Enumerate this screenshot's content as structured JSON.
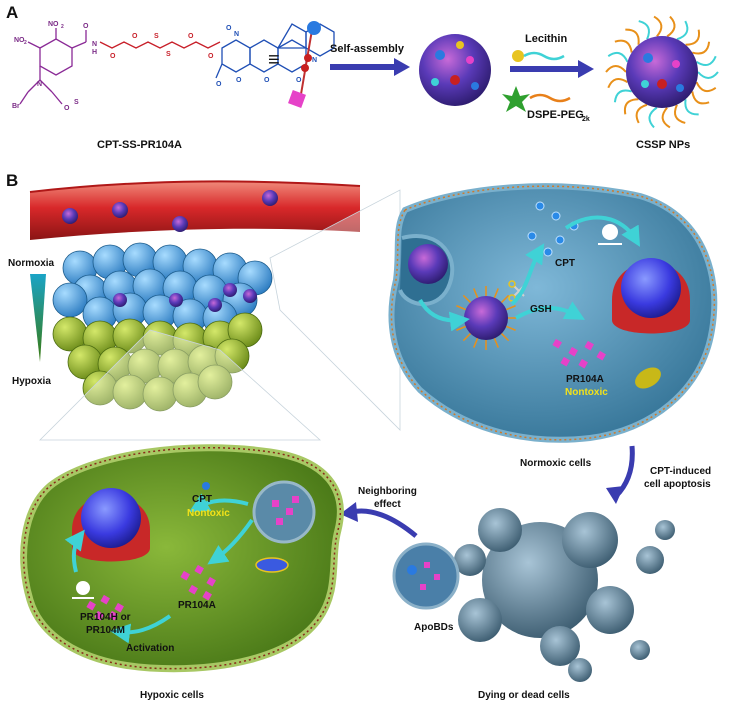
{
  "panels": {
    "a": "A",
    "b": "B"
  },
  "section_a": {
    "compound_label": "CPT-SS-PR104A",
    "equiv_symbol": "≡",
    "self_assembly": "Self-assembly",
    "lecithin": "Lecithin",
    "dspe_main": "DSPE-PEG",
    "dspe_sub": "2k",
    "nanoparticle_label": "CSSP NPs",
    "chem_atoms": {
      "no2_top": "NO",
      "no2_top_sub": "2",
      "no2_left": "O",
      "no2_left_sub": "2",
      "no2_left_n": "N",
      "br": "Br",
      "n_amine": "N",
      "nh": "N",
      "h": "H",
      "o1": "O",
      "o2": "O",
      "o3": "O",
      "o4": "O",
      "s1": "S",
      "s2": "S",
      "o5": "O",
      "o6": "O",
      "o7": "O",
      "o8": "O",
      "ms_s": "S",
      "ms_o": "O",
      "n_ring": "N",
      "n_ring2": "N",
      "o_ring": "O",
      "o_ring2": "O"
    }
  },
  "section_b": {
    "normoxia": "Normoxia",
    "hypoxia": "Hypoxia",
    "cpt": "CPT",
    "gsh": "GSH",
    "pr104a": "PR104A",
    "nontoxic": "Nontoxic",
    "normoxic_cells": "Normoxic cells",
    "cpt_induced_1": "CPT-induced",
    "cpt_induced_2": "cell apoptosis",
    "neighboring_1": "Neighboring",
    "neighboring_2": "effect",
    "apobds": "ApoBDs",
    "dying_cells": "Dying or dead cells",
    "hypoxic_cpt": "CPT",
    "hypoxic_nontoxic": "Nontoxic",
    "hypoxic_pr104a": "PR104A",
    "pr104h_1": "PR104H or",
    "pr104h_2": "PR104M",
    "activation": "Activation",
    "hypoxic_cells": "Hypoxic cells"
  },
  "colors": {
    "purple": "#8a2a96",
    "blue": "#2357c9",
    "teal": "#3fd2d6",
    "arrow_blue": "#3a3cb0",
    "vessel_red": "#d8282a",
    "normoxic_fill": "#4a8fb0",
    "hypoxic_fill": "#5a8a22",
    "cell_blue": "#5aa8e0",
    "cell_green": "#9ab83a",
    "pink": "#e642c8",
    "gold": "#e8c420"
  }
}
